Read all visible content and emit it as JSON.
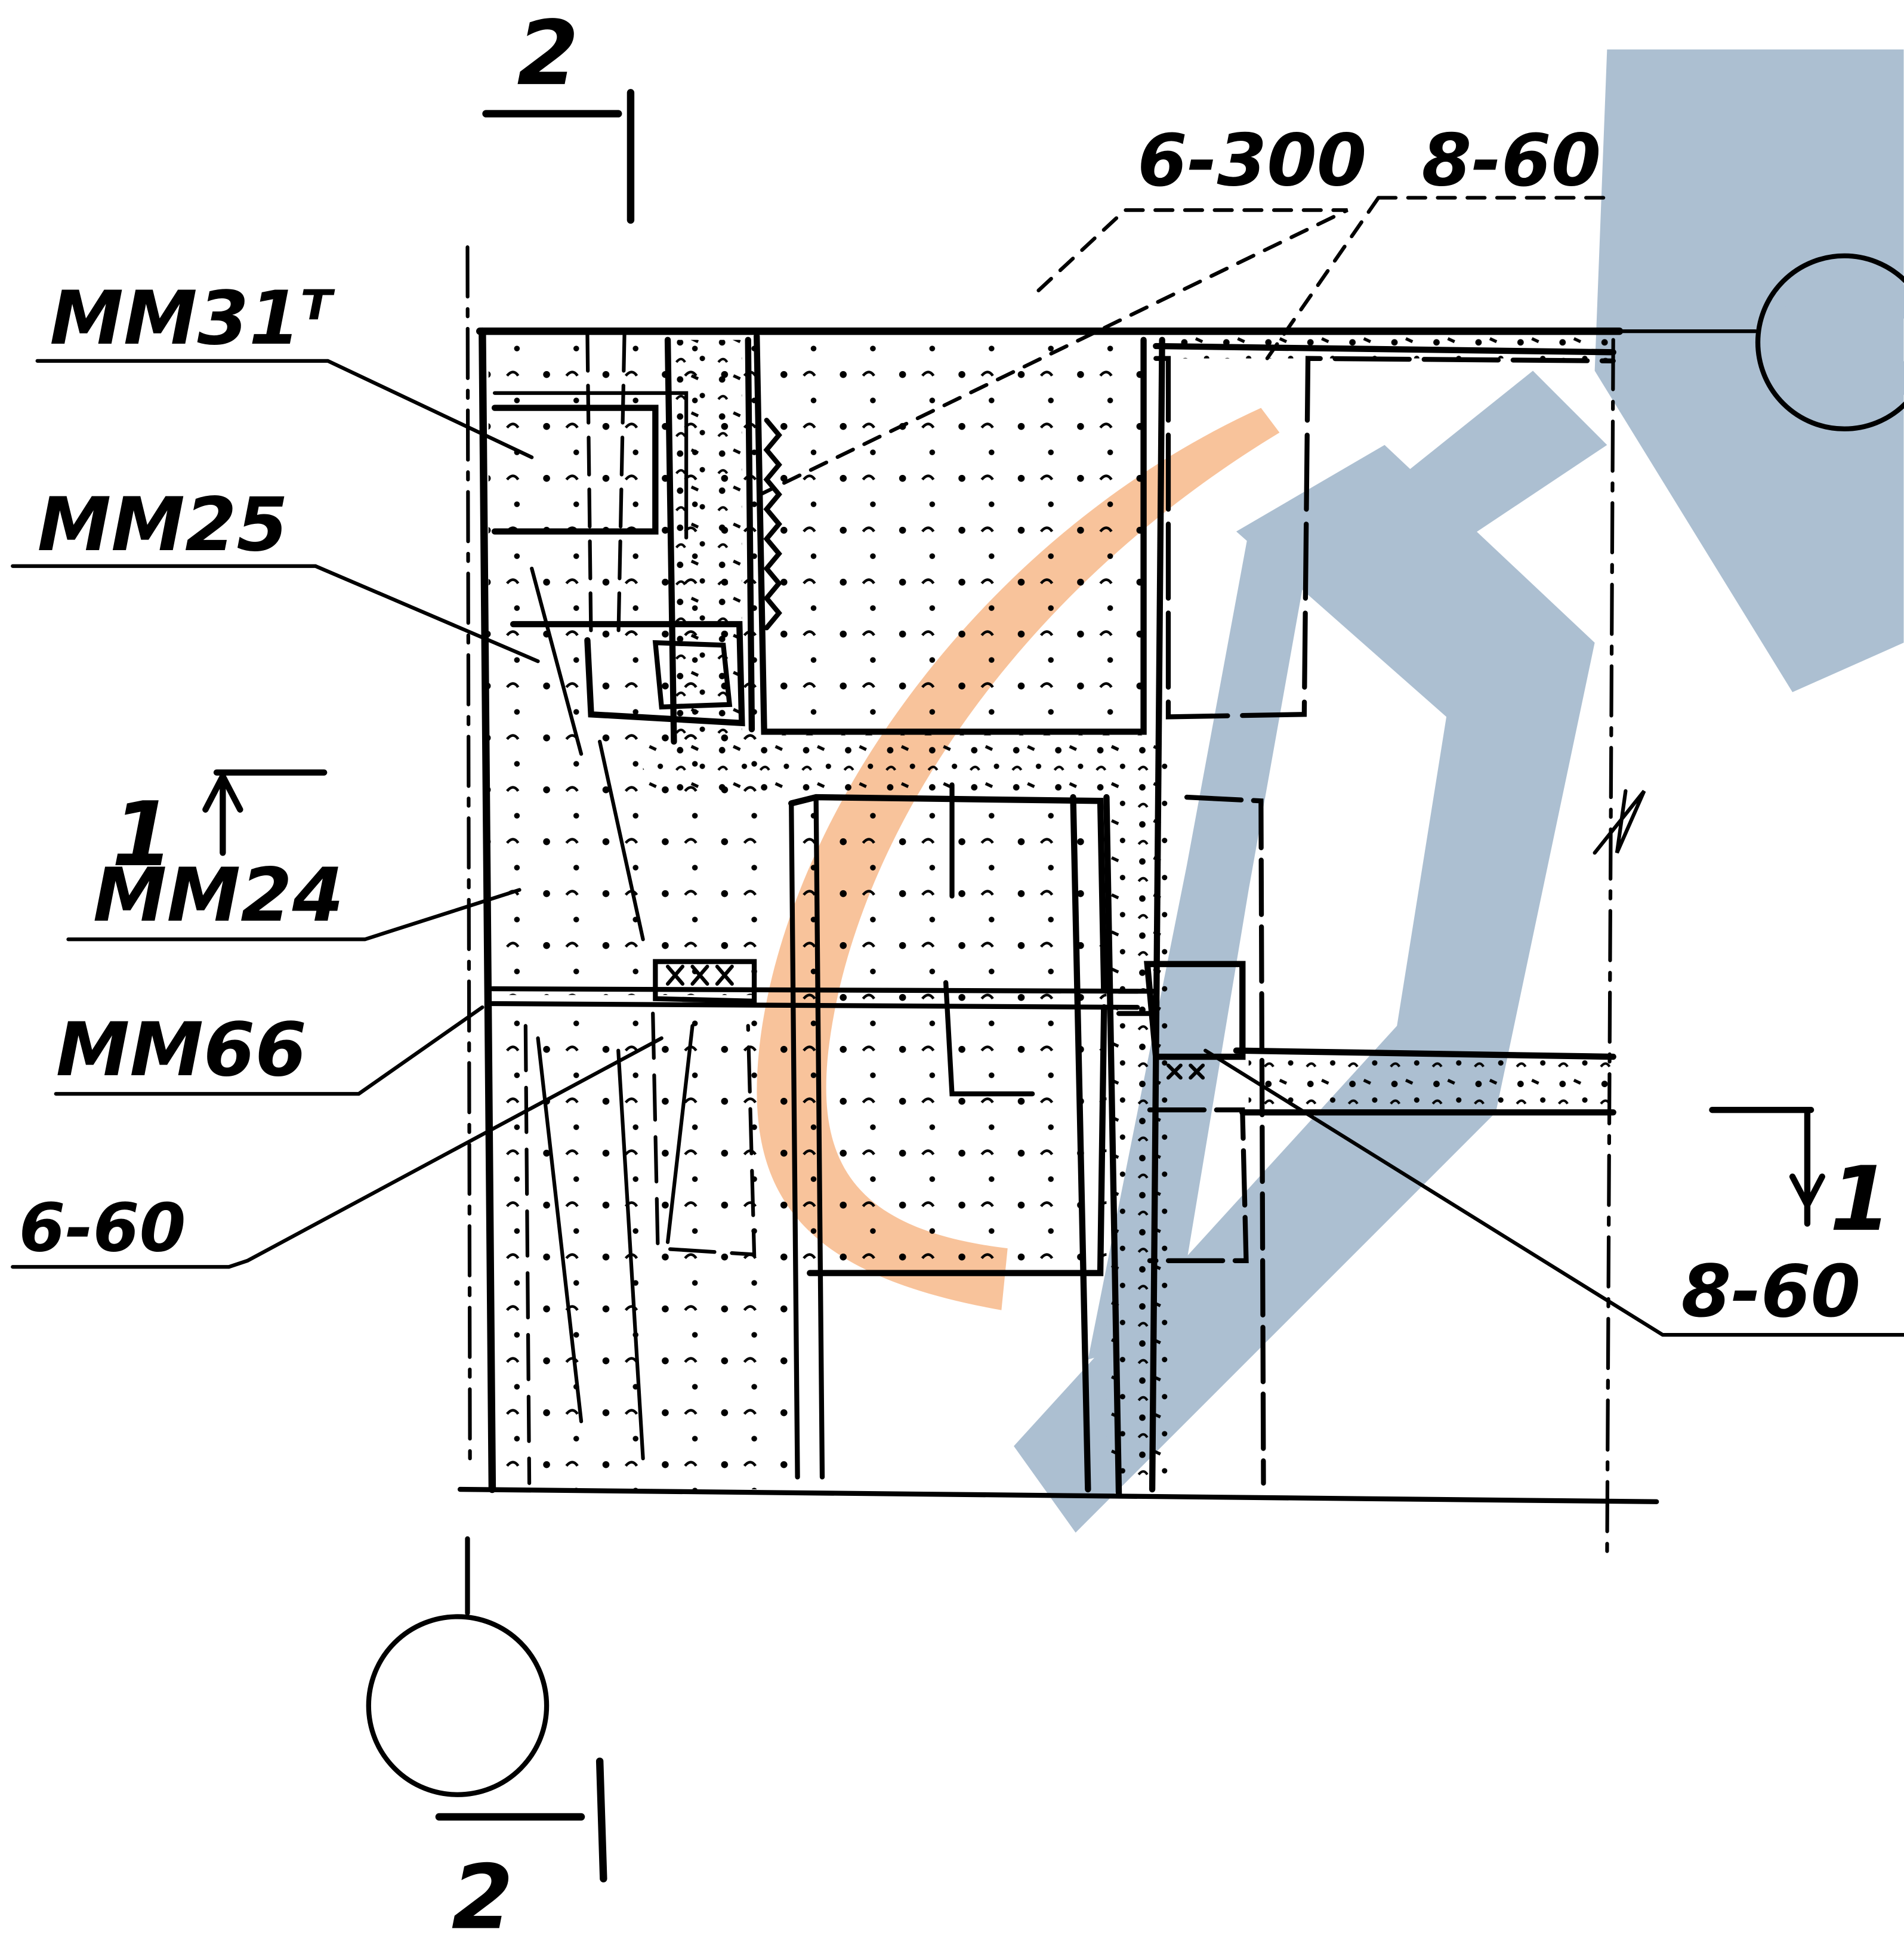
{
  "labels": {
    "section_top": "2",
    "section_bottom": "2",
    "section_left": "1",
    "section_right": "1",
    "mm31": "ММ31ᵀ",
    "mm25": "ММ25",
    "mm24": "ММ24",
    "mm66": "ММ66",
    "weld_6_60": "6-60",
    "weld_6_300": "6-300",
    "weld_8_60_top": "8-60",
    "weld_8_60_right": "8-60"
  },
  "colors": {
    "ink": "#000000",
    "watermark_blue": "#a8bccf",
    "watermark_orange": "#f7b98a"
  }
}
